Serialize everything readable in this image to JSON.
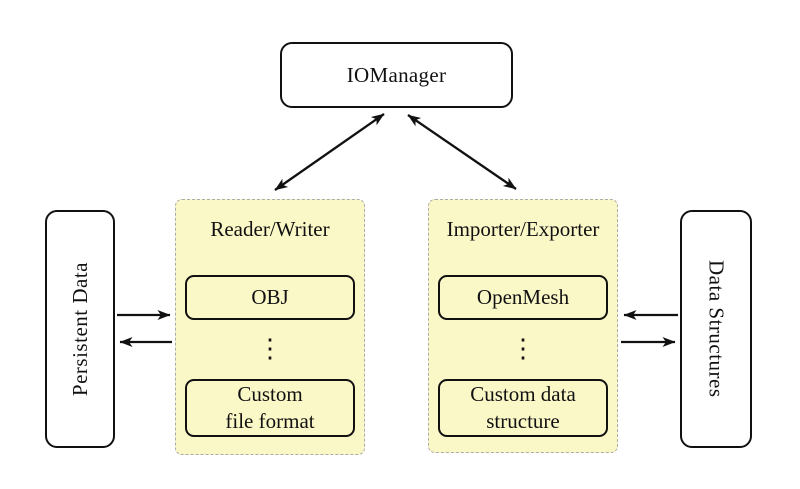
{
  "colors": {
    "background": "#FFFFFF",
    "panel_fill": "#FBF8C8",
    "panel_border": "#ABABAB",
    "outline": "#111111"
  },
  "iomanager": {
    "label": "IOManager"
  },
  "persistent_data_box": {
    "label": "Persistent Data"
  },
  "data_structures_box": {
    "label": "Data Structures"
  },
  "reader_writer_panel": {
    "title": "Reader/Writer",
    "box1": "OBJ",
    "dots": "⋮",
    "box2": "Custom\nfile format"
  },
  "importer_exporter_panel": {
    "title": "Importer/Exporter",
    "box1": "OpenMesh",
    "dots": "⋮",
    "box2": "Custom data\nstructure"
  }
}
